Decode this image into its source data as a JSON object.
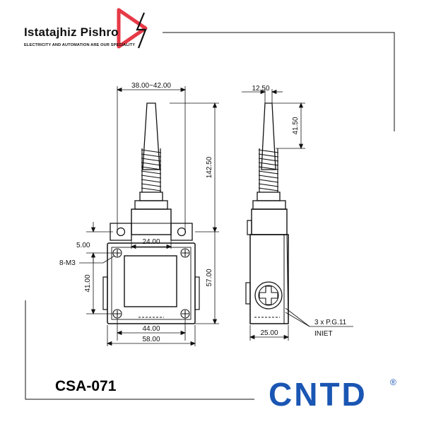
{
  "header": {
    "brand_name": "Istatajhiz Pishro",
    "tagline": "ELECTRICITY AND AUTOMATION ARE OUR SPECIALITY"
  },
  "product": {
    "model": "CSA-071"
  },
  "logo": {
    "text": "CNTD",
    "mark": "®",
    "color": "#1a56b3"
  },
  "drawing": {
    "front_view": {
      "width_top": "38.00~42.00",
      "height_top": "142.50",
      "mount_hole_spacing_top": "24.00",
      "offset_left": "5.00",
      "screw_label": "8-M3",
      "height_left": "41.00",
      "height_right": "57.00",
      "width_inner": "44.00",
      "width_total": "58.00"
    },
    "side_view": {
      "width_top": "12.50",
      "height_top": "41.50",
      "width_bottom": "25.00",
      "conduit_label": "3 x P.G.11",
      "conduit_sub": "INIET"
    }
  },
  "colors": {
    "line": "#111111",
    "accent_red": "#e63946",
    "logo_blue": "#1a56b3"
  }
}
